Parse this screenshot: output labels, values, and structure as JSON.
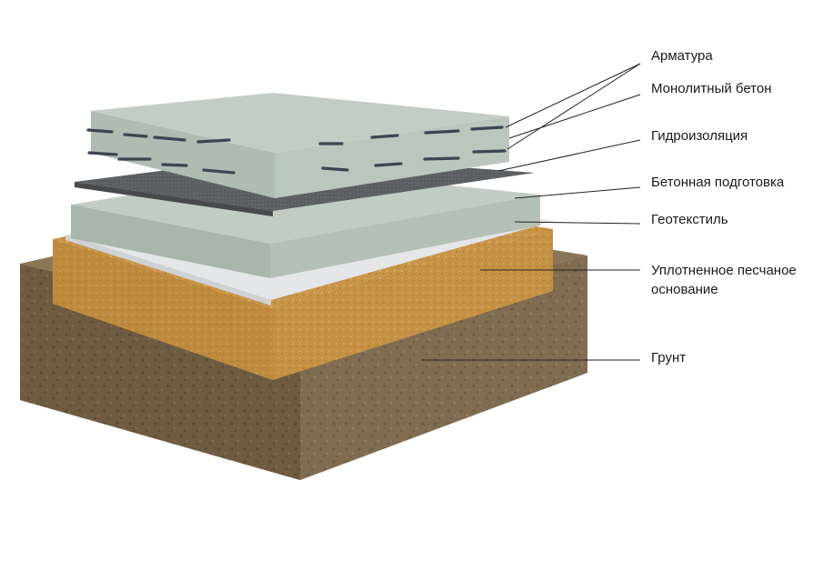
{
  "diagram": {
    "layers": [
      {
        "id": "armatura",
        "label": "Арматура"
      },
      {
        "id": "monolith",
        "label": "Монолитный бетон"
      },
      {
        "id": "waterproof",
        "label": "Гидроизоляция"
      },
      {
        "id": "prep",
        "label": "Бетонная подготовка"
      },
      {
        "id": "geotextile",
        "label": "Геотекстиль"
      },
      {
        "id": "sand",
        "label_line1": "Уплотненное песчаное",
        "label_line2": "основание"
      },
      {
        "id": "soil",
        "label": "Грунт"
      }
    ],
    "colors": {
      "concrete_top": "#b9c6bd",
      "concrete_side": "#a3b2a8",
      "membrane": "#5f6264",
      "geotextile": "#e4e6e8",
      "sand_top": "#d2a257",
      "sand_side": "#c08c43",
      "soil_top": "#7d6a4d",
      "soil_side": "#6b5a40",
      "rebar": "#3d4452"
    }
  }
}
